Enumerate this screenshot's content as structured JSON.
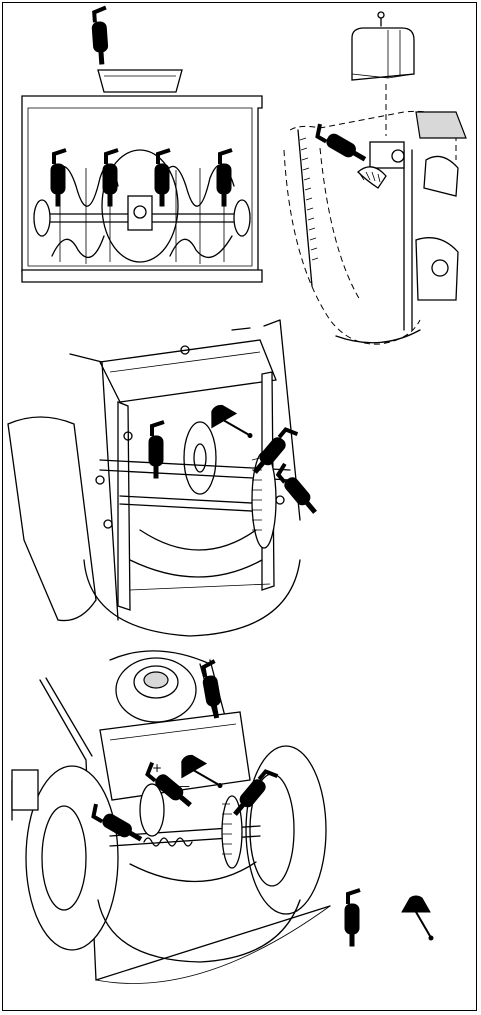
{
  "colors": {
    "line": "#000000",
    "background": "#ffffff",
    "tone": "#d8d8d8"
  },
  "icons": {
    "grease_gun": "grease-gun-icon",
    "oil_can": "oil-can-icon"
  },
  "panels": [
    {
      "name": "auger-housing"
    },
    {
      "name": "chute-crank"
    },
    {
      "name": "drive-gear-area"
    },
    {
      "name": "wheel-drive-rear-view"
    },
    {
      "name": "legend"
    }
  ]
}
